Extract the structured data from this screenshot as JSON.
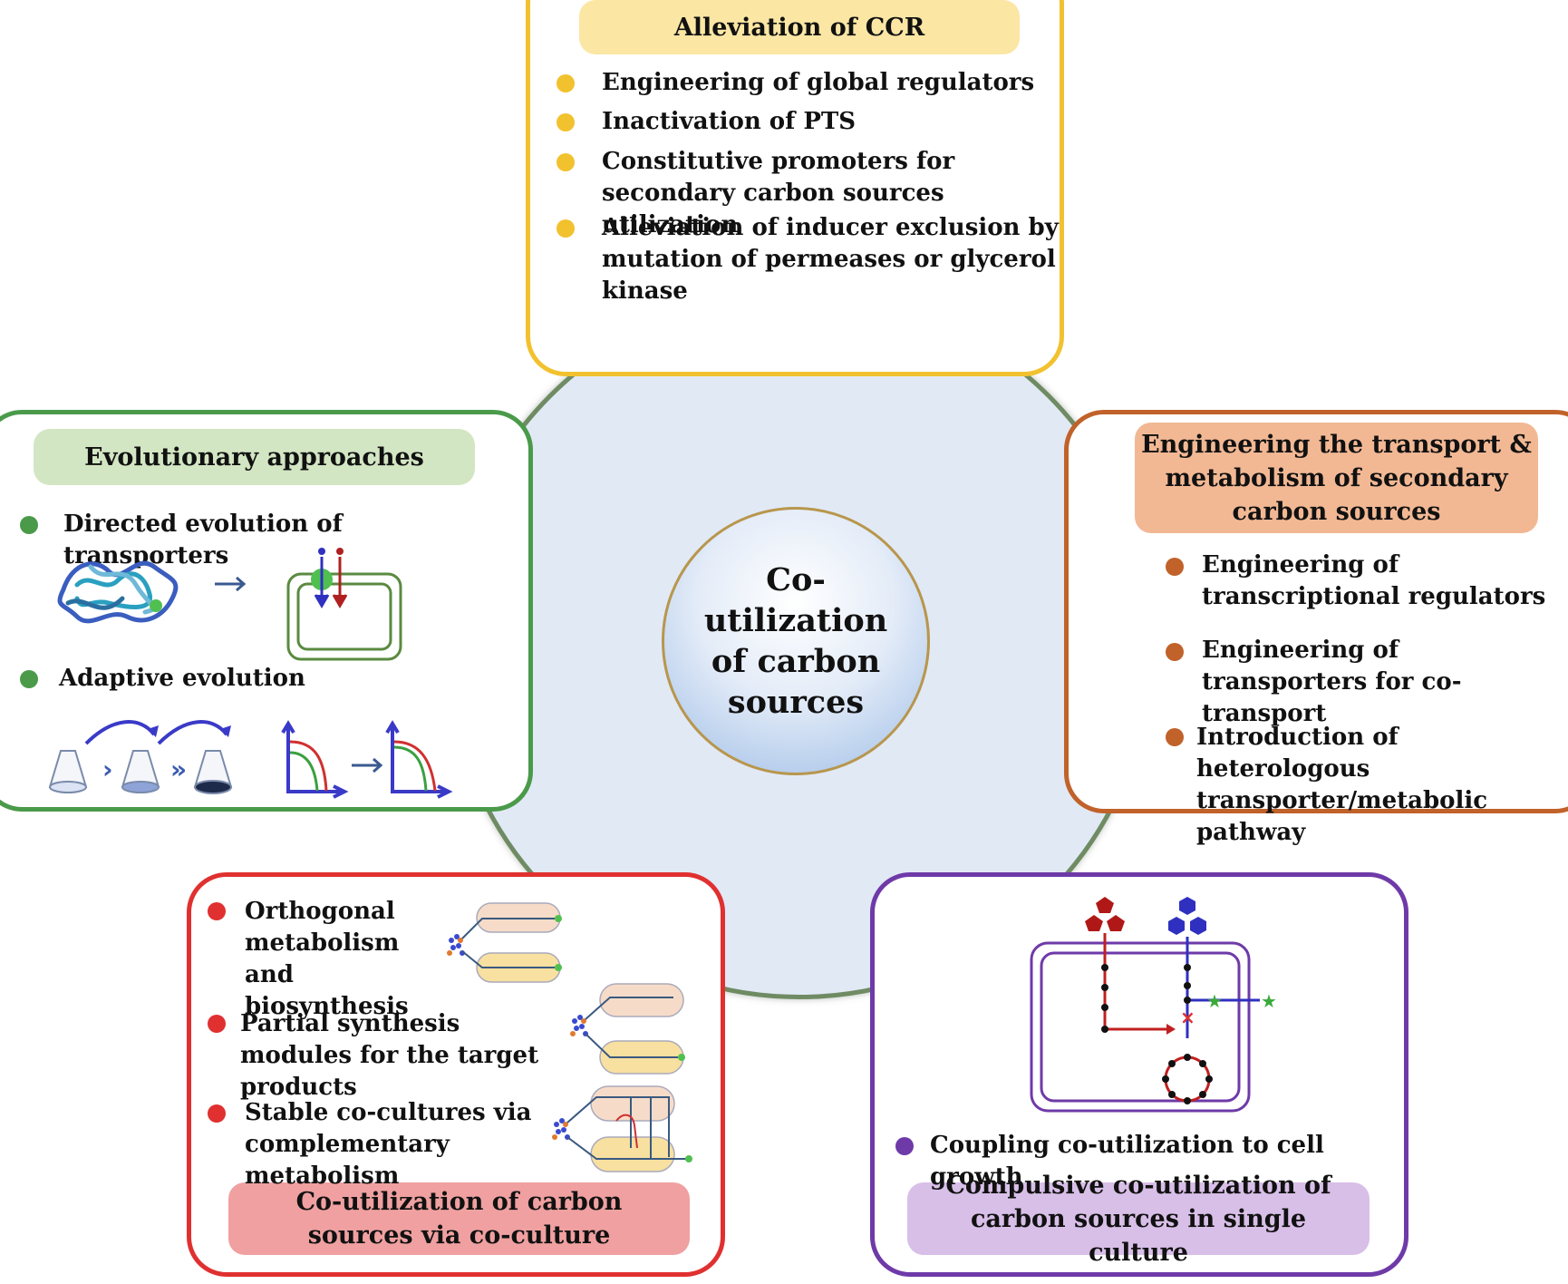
{
  "center": {
    "title": "Co-utilization of carbon sources"
  },
  "ccr": {
    "title": "Alleviation of CCR",
    "items": [
      "Engineering of global regulators",
      "Inactivation of PTS",
      "Constitutive promoters for secondary carbon sources utilization",
      "Alleviation of inducer exclusion by mutation of permeases or glycerol kinase"
    ]
  },
  "evolutionary": {
    "title": "Evolutionary approaches",
    "items": [
      "Directed evolution of transporters",
      "Adaptive evolution"
    ]
  },
  "transport": {
    "title": "Engineering the transport & metabolism of secondary carbon sources",
    "items": [
      "Engineering of transcriptional regulators",
      "Engineering of transporters for co-transport",
      "Introduction of heterologous transporter/metabolic pathway"
    ]
  },
  "coculture": {
    "title": "Co-utilization of carbon sources via co-culture",
    "items": [
      "Orthogonal metabolism and biosynthesis",
      "Partial synthesis modules for the target products",
      "Stable co-cultures via complementary metabolism"
    ]
  },
  "single": {
    "title": "Compulsive co-utilization of carbon sources in single culture",
    "items": [
      "Coupling co-utilization to cell growth"
    ]
  },
  "colors": {
    "ccr": "#f2c12e",
    "evolutionary": "#4a9a4a",
    "transport": "#c0622a",
    "coculture": "#e03030",
    "single": "#6e3aa8"
  }
}
